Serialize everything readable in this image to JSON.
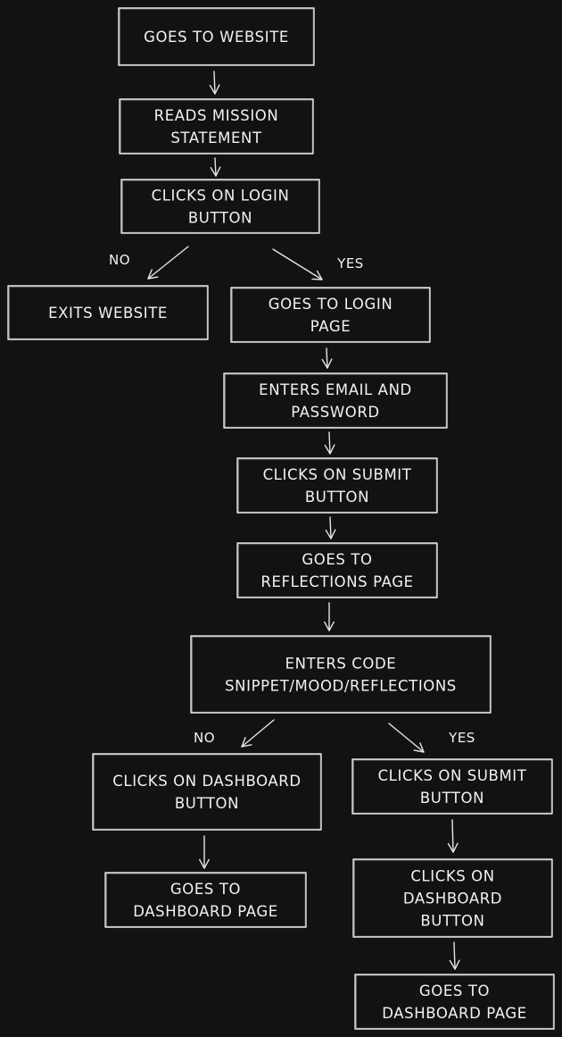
{
  "diagram": {
    "nodes": {
      "goes_to_website": [
        "GOES TO WEBSITE"
      ],
      "reads_mission": [
        "READS MISSION",
        "STATEMENT"
      ],
      "clicks_login": [
        "CLICKS ON LOGIN",
        "BUTTON"
      ],
      "exits_website": [
        "EXITS WEBSITE"
      ],
      "goes_login_page": [
        "GOES TO LOGIN",
        "PAGE"
      ],
      "enters_email": [
        "ENTERS EMAIL AND",
        "PASSWORD"
      ],
      "clicks_submit_1": [
        "CLICKS ON SUBMIT",
        "BUTTON"
      ],
      "goes_reflections": [
        "GOES TO",
        "REFLECTIONS PAGE"
      ],
      "enters_code": [
        "ENTERS CODE",
        "SNIPPET/MOOD/REFLECTIONS"
      ],
      "clicks_dashboard_1": [
        "CLICKS ON DASHBOARD",
        "BUTTON"
      ],
      "goes_dashboard_1": [
        "GOES TO",
        "DASHBOARD PAGE"
      ],
      "clicks_submit_2": [
        "CLICKS ON SUBMIT",
        "BUTTON"
      ],
      "clicks_dashboard_2": [
        "CLICKS ON",
        "DASHBOARD",
        "BUTTON"
      ],
      "goes_dashboard_2": [
        "GOES TO",
        "DASHBOARD PAGE"
      ]
    },
    "edge_labels": {
      "login_no": "NO",
      "login_yes": "YES",
      "code_no": "NO",
      "code_yes": "YES"
    },
    "colors": {
      "background": "#121212",
      "stroke": "#e6e6e6",
      "text": "#f2f2f2"
    }
  }
}
